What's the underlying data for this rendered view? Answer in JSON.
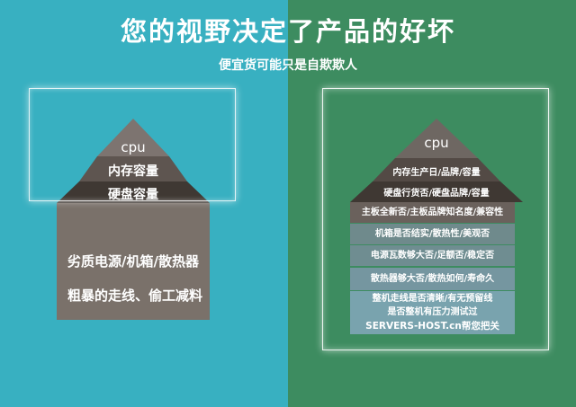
{
  "title": "您的视野决定了产品的好坏",
  "subtitle": "便宜货可能只是自欺欺人",
  "left": {
    "cpu": "cpu",
    "tier2": "内存容量",
    "tier3": "硬盘容量",
    "body_lines": [
      "劣质电源/机箱/散热器",
      "粗暴的走线、偷工减料"
    ]
  },
  "right": {
    "cpu": "cpu",
    "tier2": "内存生产日/品牌/容量",
    "tier3": "硬盘行货否/硬盘品牌/容量",
    "rows": [
      "主板全新否/主板品牌知名度/兼容性",
      "机箱是否结实/散热性/美观否",
      "电源瓦数够大否/足额否/稳定否",
      "散热器够大否/散热如何/寿命久",
      "整机走线是否清晰/有无预留线",
      "是否整机有压力测试过",
      "SERVERS-HOST.cn帮您把关"
    ]
  },
  "colors": {
    "left_bg": "#38b0c1",
    "right_bg": "#3d8c60",
    "roof_top": "#7d7470",
    "roof_mid": "#5e5550",
    "roof_base": "#3f3833"
  }
}
